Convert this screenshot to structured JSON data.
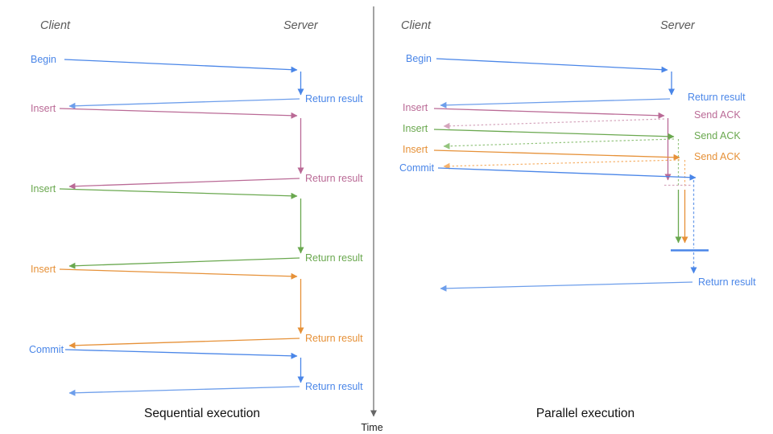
{
  "colors": {
    "blue": "#4a86e8",
    "blue_light": "#6d9eeb",
    "magenta": "#ba6a96",
    "magenta_light": "#d5a6bd",
    "green": "#6aa84f",
    "green_light": "#93c47d",
    "orange": "#e69138",
    "orange_light": "#f6b26b",
    "header_gray": "#595959",
    "axis_gray": "#666666"
  },
  "axis": {
    "time_label": "Time"
  },
  "sequential": {
    "caption": "Sequential execution",
    "client_header": "Client",
    "server_header": "Server",
    "operations": [
      {
        "label": "Begin",
        "color": "blue",
        "response": "Return result"
      },
      {
        "label": "Insert",
        "color": "magenta",
        "response": "Return result"
      },
      {
        "label": "Insert",
        "color": "green",
        "response": "Return result"
      },
      {
        "label": "Insert",
        "color": "orange",
        "response": "Return result"
      },
      {
        "label": "Commit",
        "color": "blue",
        "response": "Return result"
      }
    ]
  },
  "parallel": {
    "caption": "Parallel execution",
    "client_header": "Client",
    "server_header": "Server",
    "operations": [
      {
        "label": "Begin",
        "color": "blue",
        "response": "Return result"
      },
      {
        "label": "Insert",
        "color": "magenta",
        "response": "Send ACK"
      },
      {
        "label": "Insert",
        "color": "green",
        "response": "Send ACK"
      },
      {
        "label": "Insert",
        "color": "orange",
        "response": "Send ACK"
      },
      {
        "label": "Commit",
        "color": "blue",
        "response": "Return result"
      }
    ]
  }
}
